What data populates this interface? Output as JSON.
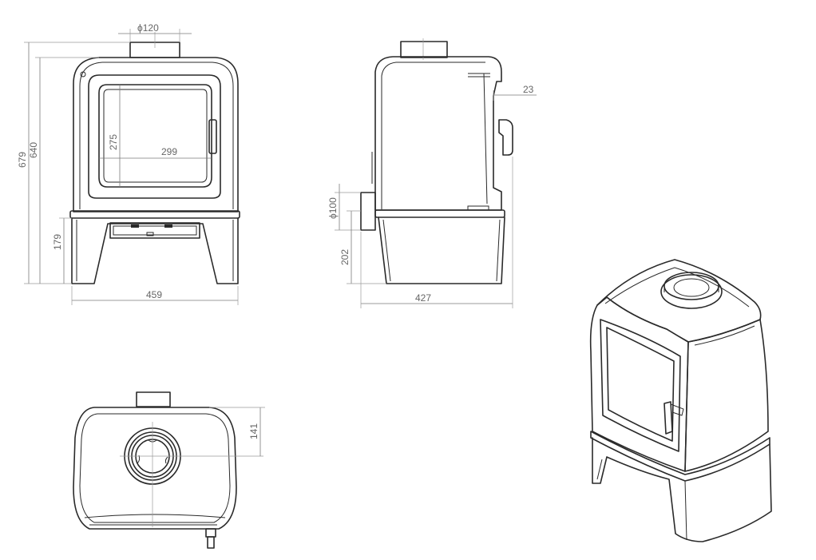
{
  "dimensions": {
    "flue_diameter": "ϕ120",
    "total_height": "679",
    "body_height": "640",
    "window_height": "275",
    "window_width": "299",
    "base_height": "179",
    "front_width": "459",
    "handle_offset": "23",
    "rear_outlet_diameter": "ϕ100",
    "rear_outlet_height": "202",
    "side_depth": "427",
    "top_flue_offset": "141"
  },
  "colors": {
    "line": "#2a2a2a",
    "dimension": "#7a7a7a"
  }
}
